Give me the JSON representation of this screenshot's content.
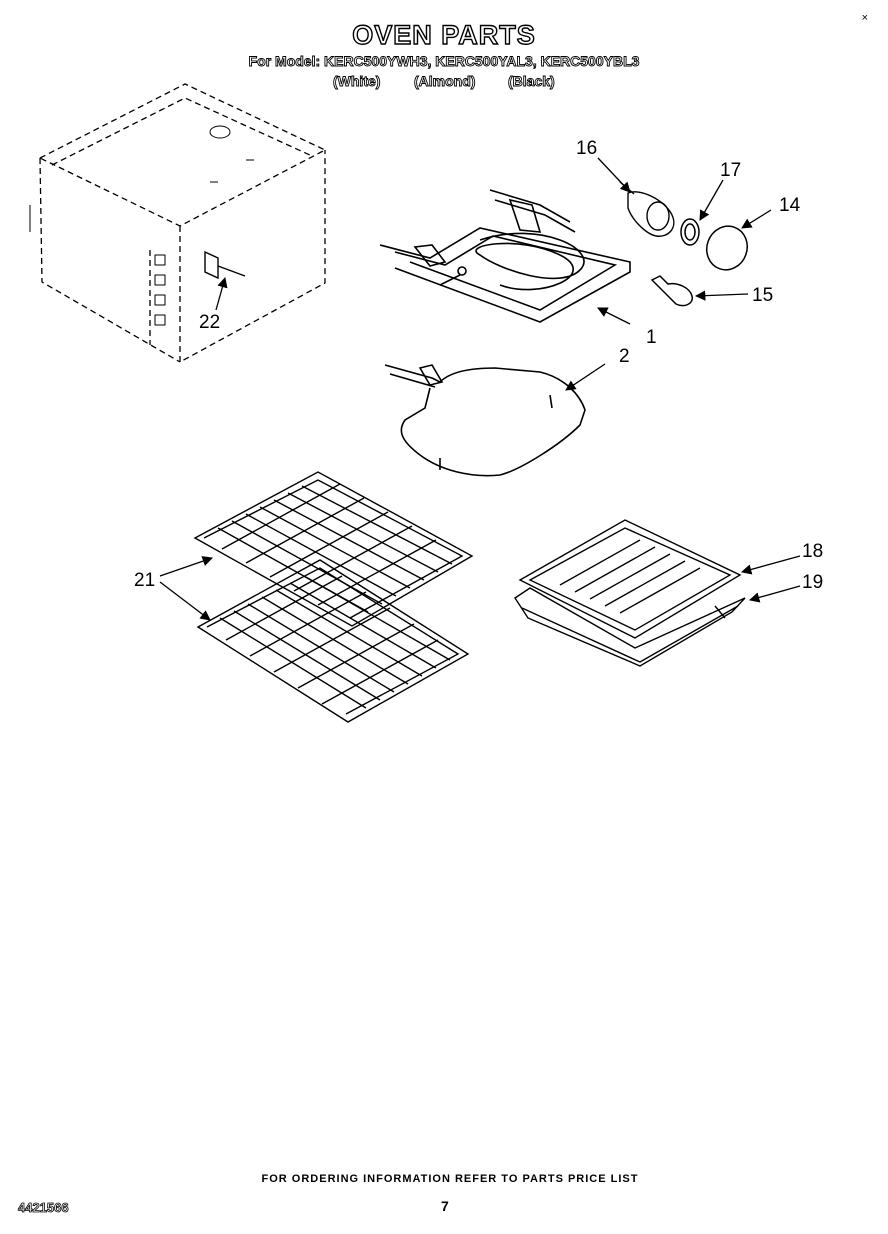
{
  "header": {
    "title": "OVEN PARTS",
    "model_line": "For Model: KERC500YWH3, KERC500YAL3, KERC500YBL3",
    "colors": [
      "(White)",
      "(Almond)",
      "(Black)"
    ],
    "corner_mark": "×"
  },
  "callouts": {
    "c1": "1",
    "c2": "2",
    "c14": "14",
    "c15": "15",
    "c16": "16",
    "c17": "17",
    "c18": "18",
    "c19": "19",
    "c21": "21",
    "c22": "22"
  },
  "footer": {
    "ordering_note": "FOR ORDERING INFORMATION REFER TO PARTS PRICE LIST",
    "doc_number": "4421566",
    "page_number": "7"
  }
}
